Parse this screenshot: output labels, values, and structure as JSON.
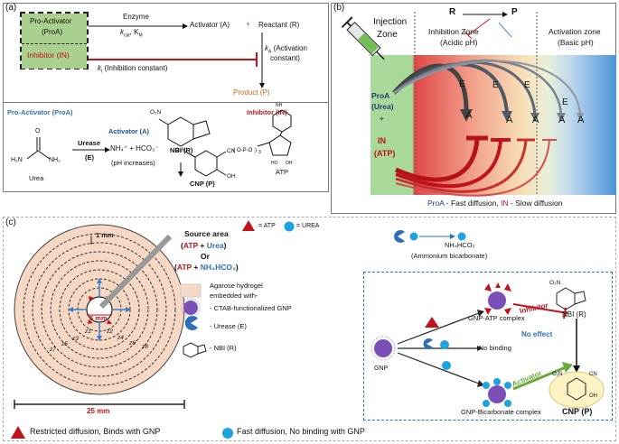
{
  "panel_a": {
    "label": "(a)",
    "pro_activator_box": "Pro-Activator",
    "pro_activator_abbr": "(ProA)",
    "inhibitor_box": "Inhibitor (IN)",
    "enzyme": "Enzyme",
    "kcat_km": "k",
    "kcat_sub": "cat",
    "km": ", K",
    "km_sub": "M",
    "activator": "Activator (A)",
    "plus": "+",
    "reactant": "Reactant (R)",
    "ka_label": "k",
    "ka_sub": "A",
    "ka_text": " (Activation",
    "ka_text2": "constant)",
    "ki_label": "k",
    "ki_sub": "I",
    "ki_text": " (Inhibition constant)",
    "product": "Product (P)",
    "proa_title": "Pro-Activator (ProA)",
    "activator_title": "Activator (A)",
    "urease": "Urease",
    "urease_e": "(E)",
    "nh4": "NH₄⁺ + HCO₃⁻",
    "ph_increase": "(pH increases)",
    "urea": "Urea",
    "nbi_r": "NBI (R)",
    "cnp_p": "CNP (P)",
    "inhibitor_title": "Inhibitor (IN)",
    "atp": "ATP",
    "o2n": "O₂N",
    "nh2": "NH₂",
    "h2n": "H₂N",
    "o": "O",
    "cn": "CN",
    "oh": "OH"
  },
  "panel_b": {
    "label": "(b)",
    "r": "R",
    "p": "P",
    "injection": "Injection",
    "zone": "Zone",
    "inhibition_zone": "Inhibition Zone",
    "acidic": "(Acidic pH)",
    "activation_zone": "Activation zone",
    "basic": "(Basic pH)",
    "proa": "ProA",
    "urea": "(Urea)",
    "plus": "+",
    "in": "IN",
    "atp": "(ATP)",
    "e": "E",
    "a": "A",
    "footer_proa": "ProA",
    "footer_fast": " - Fast diffusion,  ",
    "footer_in": "IN",
    "footer_slow": " - Slow diffusion"
  },
  "panel_c": {
    "label": "(c)",
    "one_mm": "1 mm",
    "five_mm": "5 mm",
    "twentyfive_mm": "25 mm",
    "zones": [
      "z1",
      "z2",
      "z3",
      "z4",
      "z5",
      "z6",
      "z7",
      "z8"
    ],
    "source_area": "Source area",
    "source_atp": "ATP",
    "source_plus": " + ",
    "source_urea": "Urea",
    "or": "Or",
    "source2_atp": "ATP",
    "source2_nh4": "NH₄HCO₃",
    "eq_atp": "= ATP",
    "eq_urea": "= UREA",
    "agarose": "Agarose hydrogel",
    "embedded": "embedded with-",
    "ctab": "-  CTAB-functionalized GNP",
    "urease": "-  Urease (E)",
    "nbi": "-  NBI (R)",
    "nh4hco3": "NH₄HCO₃",
    "ammonium": "(Ammonium bicarbonate)",
    "gnp": "GNP",
    "gnp_atp": "GNP-ATP complex",
    "no_binding": "No binding",
    "gnp_bicarb": "GNP-Bicarbonate complex",
    "inhibitor": "Inhibitor",
    "no_effect": "No effect",
    "activator": "Activator",
    "nbi_r": "NBI (R)",
    "cnp_p": "CNP (P)",
    "o2n": "O₂N",
    "cn": "CN",
    "oh": "OH",
    "legend_restricted": "Restricted diffusion,  Binds with GNP",
    "legend_fast": "Fast diffusion, No binding with GNP"
  },
  "colors": {
    "red": "#c0141c",
    "blue": "#2f6fb5",
    "green_box": "#a9d08e",
    "gnp_purple": "#6b3fa0",
    "cyan": "#1fa3e0"
  }
}
